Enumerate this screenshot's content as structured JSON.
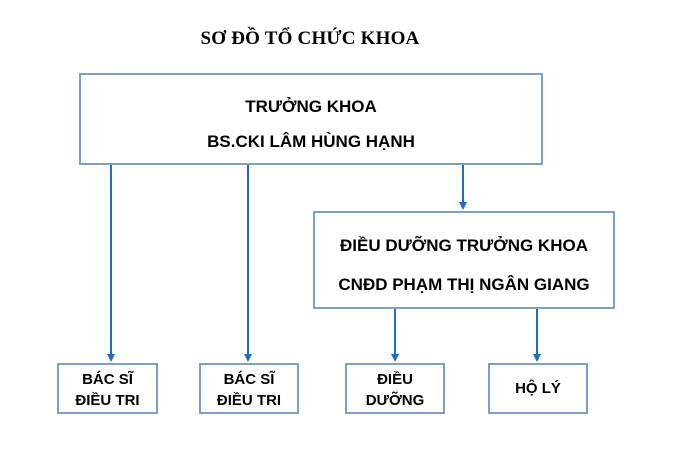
{
  "title": "SƠ ĐỒ TỔ CHỨC KHOA",
  "head": {
    "line1": "TRƯỞNG KHOA",
    "line2": "BS.CKI LÂM HÙNG HẠNH"
  },
  "head_nurse": {
    "line1": "ĐIỀU DƯỠNG TRƯỞNG KHOA",
    "line2": "CNĐD PHẠM THỊ NGÂN GIANG"
  },
  "units": [
    {
      "line1": "BÁC SĨ",
      "line2": "ĐIỀU TRI"
    },
    {
      "line1": "BÁC SĨ",
      "line2": "ĐIỀU TRI"
    },
    {
      "line1": "ĐIỀU",
      "line2": "DƯỠNG"
    },
    {
      "line1": "HỘ LÝ",
      "line2": ""
    }
  ],
  "colors": {
    "box_border": "#7ba0cf",
    "arrow": "#1f6fc0"
  }
}
